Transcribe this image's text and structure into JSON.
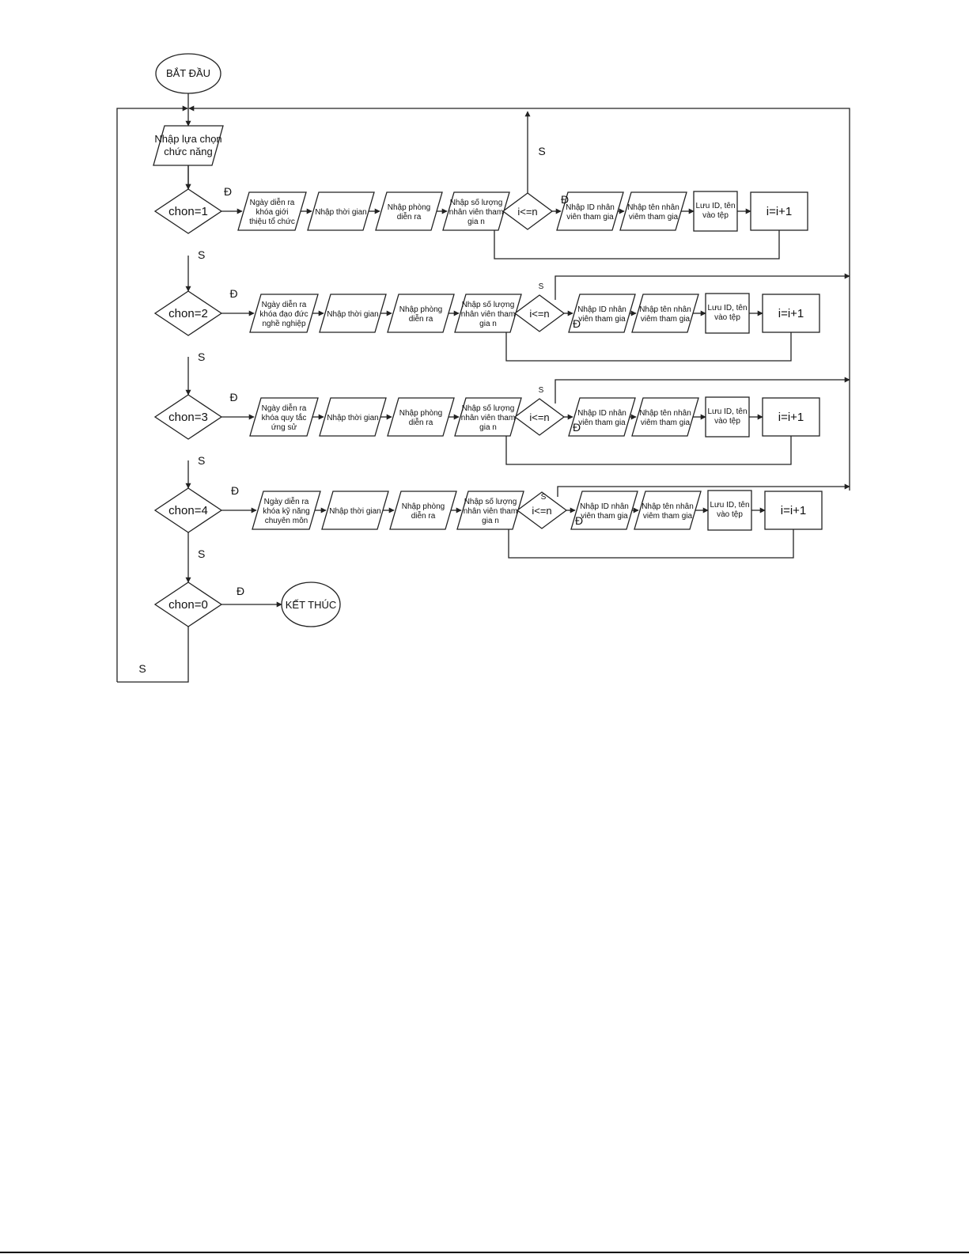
{
  "start": "BẮT ĐẦU",
  "end": "KẾT THÚC",
  "menu_input": [
    "Nhập lựa chọn",
    "chức năng"
  ],
  "yes": "Đ",
  "no": "S",
  "exit_condition": "chon=0",
  "rows": [
    {
      "condition": "chon=1",
      "date_input": [
        "Ngày diễn ra",
        "khóa giới",
        "thiệu tổ chức"
      ],
      "time_input": [
        "Nhập thời gian"
      ],
      "room_input": [
        "Nhập phòng",
        "diễn ra"
      ],
      "count_input": [
        "Nhập số lượng",
        "nhân viên tham",
        "gia n"
      ],
      "loop_condition": "i<=n",
      "id_input": [
        "Nhập ID nhân",
        "viên tham gia"
      ],
      "name_input": [
        "Nhập tên nhân",
        "viêm tham gia"
      ],
      "save": [
        "Lưu ID, tên",
        "vào tệp"
      ],
      "increment": "i=i+1"
    },
    {
      "condition": "chon=2",
      "date_input": [
        "Ngày diễn ra",
        "khóa đạo đức",
        "nghề nghiệp"
      ],
      "time_input": [
        "Nhập thời gian"
      ],
      "room_input": [
        "Nhập phòng",
        "diễn ra"
      ],
      "count_input": [
        "Nhập số lượng",
        "nhân viên tham",
        "gia n"
      ],
      "loop_condition": "i<=n",
      "id_input": [
        "Nhập ID nhân",
        "viên tham gia"
      ],
      "name_input": [
        "Nhập tên nhân",
        "viêm tham gia"
      ],
      "save": [
        "Lưu ID, tên",
        "vào tệp"
      ],
      "increment": "i=i+1"
    },
    {
      "condition": "chon=3",
      "date_input": [
        "Ngày diễn ra",
        "khóa quy tắc",
        "ứng sử"
      ],
      "time_input": [
        "Nhập thời gian"
      ],
      "room_input": [
        "Nhập phòng",
        "diễn ra"
      ],
      "count_input": [
        "Nhập số lượng",
        "nhân viên tham",
        "gia n"
      ],
      "loop_condition": "i<=n",
      "id_input": [
        "Nhập ID nhân",
        "viên tham gia"
      ],
      "name_input": [
        "Nhập tên nhân",
        "viêm tham gia"
      ],
      "save": [
        "Lưu ID, tên",
        "vào tệp"
      ],
      "increment": "i=i+1"
    },
    {
      "condition": "chon=4",
      "date_input": [
        "Ngày diễn ra",
        "khóa kỹ năng",
        "chuyên môn"
      ],
      "time_input": [
        "Nhập thời gian"
      ],
      "room_input": [
        "Nhập phòng",
        "diễn ra"
      ],
      "count_input": [
        "Nhập số lượng",
        "nhân viên tham",
        "gia n"
      ],
      "loop_condition": "i<=n",
      "id_input": [
        "Nhập ID nhân",
        "viên tham gia"
      ],
      "name_input": [
        "Nhập tên nhân",
        "viêm tham gia"
      ],
      "save": [
        "Lưu ID, tên",
        "vào tệp"
      ],
      "increment": "i=i+1"
    }
  ]
}
